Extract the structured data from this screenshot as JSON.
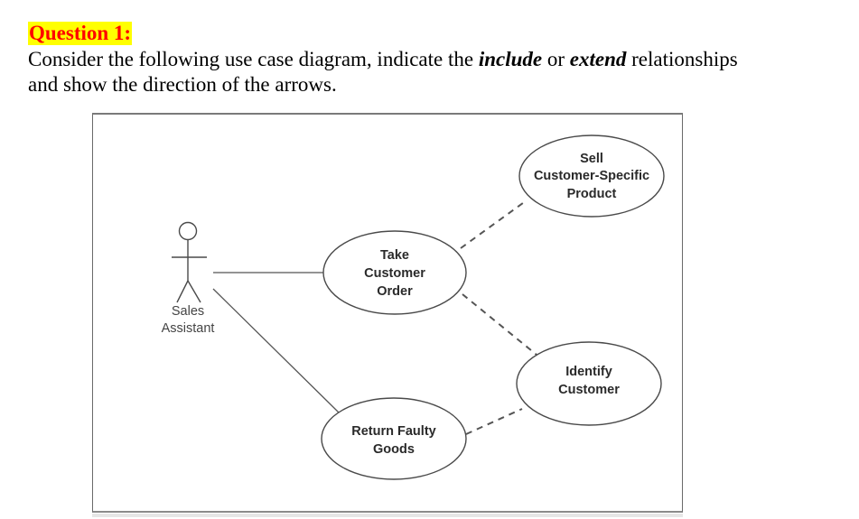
{
  "question": {
    "title": "Question 1:",
    "line1_before": "Consider the following use case diagram, indicate the ",
    "line1_include": "include",
    "line1_or": " or ",
    "line1_extend": "extend",
    "line1_after": " relationships",
    "line2": "and show the direction of the arrows."
  },
  "diagram": {
    "actor": {
      "name_line1": "Sales",
      "name_line2": "Assistant"
    },
    "use_cases": {
      "take_order": [
        "Take",
        "Customer",
        "Order"
      ],
      "sell_specific": [
        "Sell",
        "Customer-Specific",
        "Product"
      ],
      "identify_customer": [
        "Identify",
        "Customer"
      ],
      "return_goods": [
        "Return Faulty",
        "Goods"
      ]
    },
    "associations": [
      {
        "from": "Sales Assistant",
        "to": "Take Customer Order",
        "style": "solid"
      },
      {
        "from": "Sales Assistant",
        "to": "Return Faulty Goods",
        "style": "solid"
      }
    ],
    "dependencies": [
      {
        "between": [
          "Take Customer Order",
          "Sell Customer-Specific Product"
        ],
        "style": "dashed",
        "direction": "unspecified"
      },
      {
        "between": [
          "Take Customer Order",
          "Identify Customer"
        ],
        "style": "dashed",
        "direction": "unspecified"
      },
      {
        "between": [
          "Return Faulty Goods",
          "Identify Customer"
        ],
        "style": "dashed",
        "direction": "unspecified"
      }
    ],
    "colors": {
      "highlight": "#ffff00",
      "title_text": "#ff0000",
      "stroke": "#4a4a4a"
    }
  }
}
